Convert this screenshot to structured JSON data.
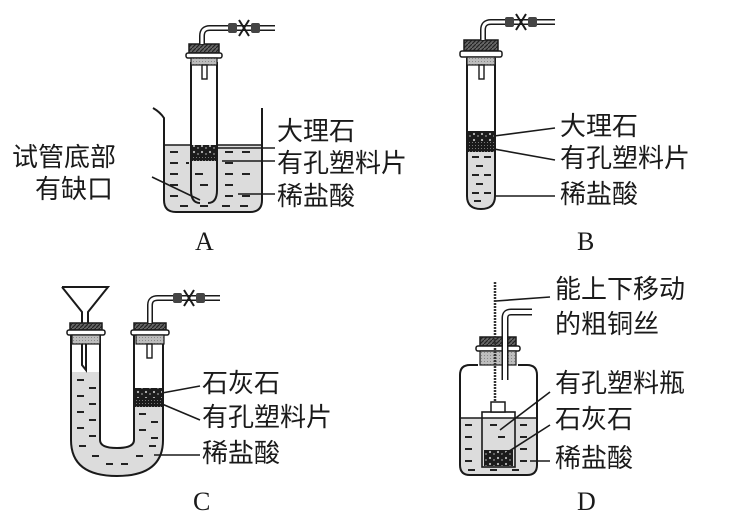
{
  "figure": {
    "panels": [
      {
        "id": "A",
        "caption": "A",
        "apparatus": "test tube with broken bottom in beaker",
        "labels": {
          "solid": "大理石",
          "plate": "有孔塑料片",
          "acid": "稀盐酸",
          "note_line1": "试管底部",
          "note_line2": "有缺口"
        }
      },
      {
        "id": "B",
        "caption": "B",
        "apparatus": "test tube",
        "labels": {
          "solid": "大理石",
          "plate": "有孔塑料片",
          "acid": "稀盐酸"
        }
      },
      {
        "id": "C",
        "caption": "C",
        "apparatus": "U-tube with funnel",
        "labels": {
          "solid": "石灰石",
          "plate": "有孔塑料片",
          "acid": "稀盐酸"
        }
      },
      {
        "id": "D",
        "caption": "D",
        "apparatus": "wide-mouth bottle with movable copper wire",
        "labels": {
          "wire_line1": "能上下移动",
          "wire_line2": "的粗铜丝",
          "bottle": "有孔塑料瓶",
          "solid": "石灰石",
          "acid": "稀盐酸"
        }
      }
    ]
  }
}
